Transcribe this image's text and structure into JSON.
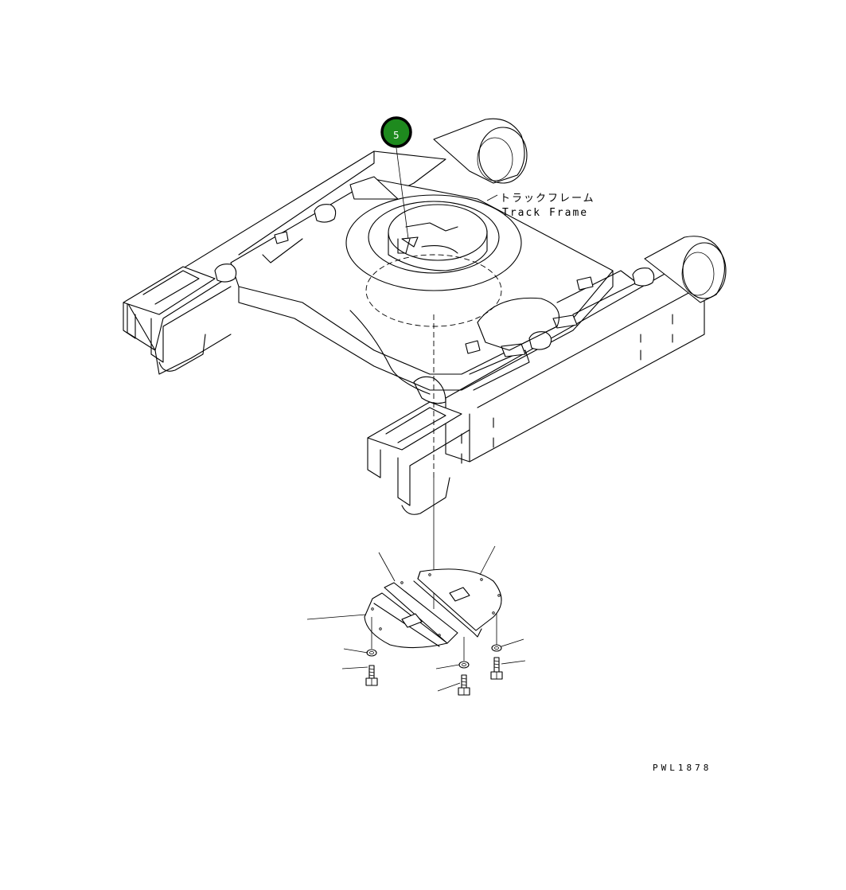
{
  "diagram": {
    "callout": {
      "number": "5",
      "fill_color": "#1e8a1e",
      "ring_color": "#000000"
    },
    "labels": {
      "track_frame_jp": "トラックフレーム",
      "track_frame_en": "Track Frame"
    },
    "drawing_code": "PWL1878",
    "parts": [
      {
        "name": "track-frame"
      },
      {
        "name": "cover-plate-left"
      },
      {
        "name": "cover-plate-right"
      },
      {
        "name": "washer"
      },
      {
        "name": "bolt"
      }
    ]
  }
}
